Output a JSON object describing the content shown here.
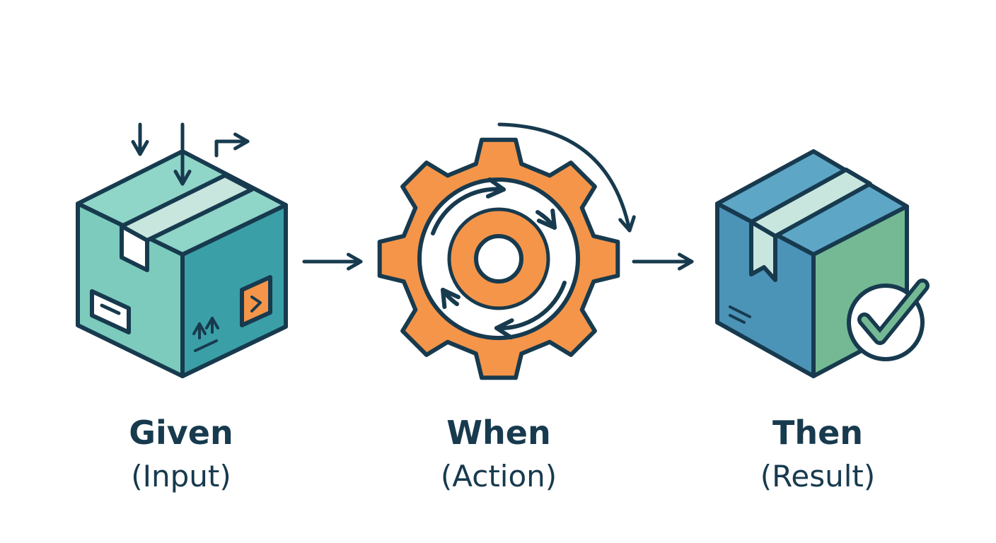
{
  "colors": {
    "outline": "#173a4e",
    "box_teal_light": "#7ccbbd",
    "box_teal_dark": "#3a9fa6",
    "box_teal_top": "#8fd5c8",
    "gear_orange": "#f4954a",
    "box_blue": "#4c93b8",
    "box_green": "#74b994",
    "box_blue_top": "#5ea6c6",
    "tape_light": "#c8e6de",
    "label_accent": "#f4954a"
  },
  "steps": [
    {
      "id": "given",
      "title": "Given",
      "subtitle": "(Input)",
      "icon": "open-box-icon"
    },
    {
      "id": "when",
      "title": "When",
      "subtitle": "(Action)",
      "icon": "gear-cycle-icon"
    },
    {
      "id": "then",
      "title": "Then",
      "subtitle": "(Result)",
      "icon": "checked-box-icon"
    }
  ],
  "connectors": [
    "arrow-right-icon",
    "arrow-right-icon",
    "curved-arrow-icon"
  ]
}
